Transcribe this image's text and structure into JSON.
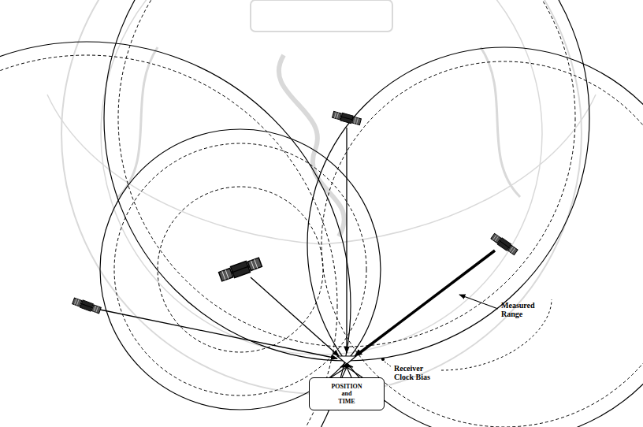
{
  "diagram": {
    "nodes": [
      {
        "text": [
          "POSITION and TIME"
        ]
      }
    ],
    "labels": [
      "Measured Range",
      "Receiver Clock Bias"
    ]
  }
}
